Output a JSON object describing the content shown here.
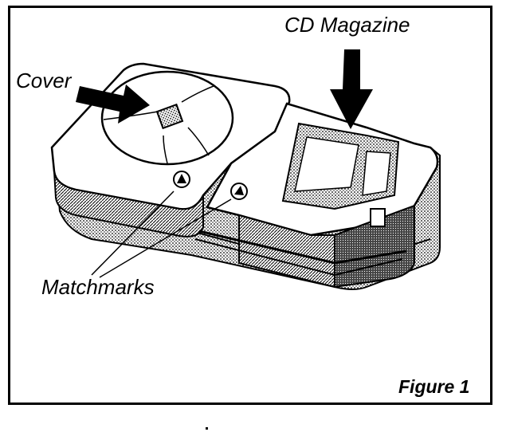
{
  "labels": {
    "cover": "Cover",
    "cd_magazine": "CD Magazine",
    "matchmarks": "Matchmarks",
    "figure": "Figure 1"
  },
  "colors": {
    "ink": "#000000",
    "paper": "#ffffff",
    "shade": "#8a8a8a"
  }
}
